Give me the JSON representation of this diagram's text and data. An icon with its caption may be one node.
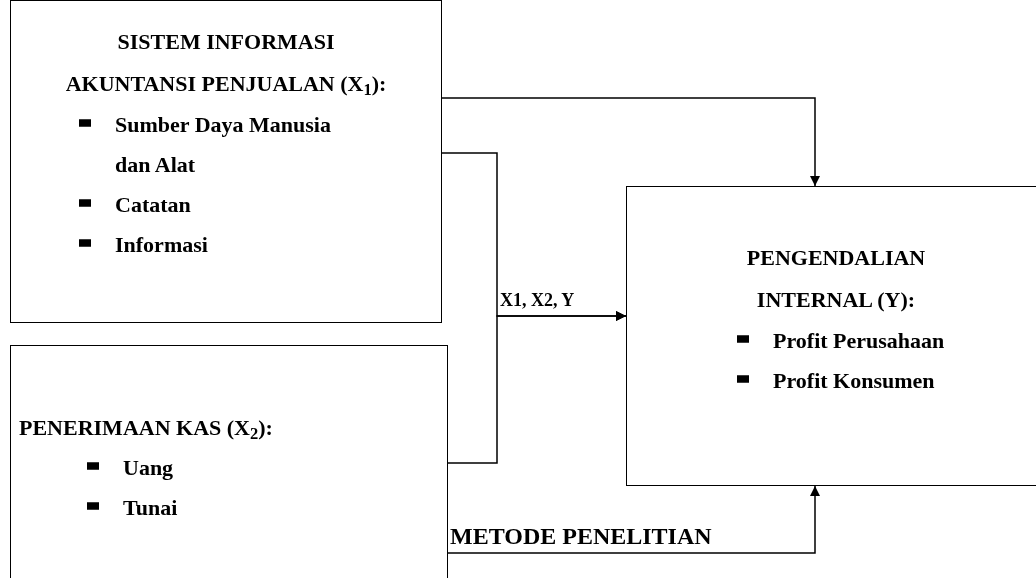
{
  "diagram": {
    "nodes": [
      {
        "text": [
          "SISTEM INFORMASI AKUNTANSI PENJUALAN (X$_{1}$):",
          "Sumber Daya Manusia dan Alat",
          "Catatan",
          "Informasi"
        ]
      },
      {
        "text": [
          "PENERIMAAN KAS (X$_{2}$):",
          "Uang",
          "Tunai"
        ]
      },
      {
        "text": [
          "PENGENDALIAN INTERNAL (Y):",
          "Profit Perusahaan",
          "Profit Konsumen"
        ]
      }
    ],
    "edges": [
      {
        "from": 0,
        "to": 2,
        "arrow": "to"
      },
      {
        "from": 0,
        "to": 2,
        "arrow": "to",
        "label": "X1, X2, Y"
      },
      {
        "from": 1,
        "to": 2,
        "arrow": "to"
      },
      {
        "from": 1,
        "to": 2,
        "arrow": "to",
        "label": "METODE PENELITIAN"
      }
    ]
  }
}
